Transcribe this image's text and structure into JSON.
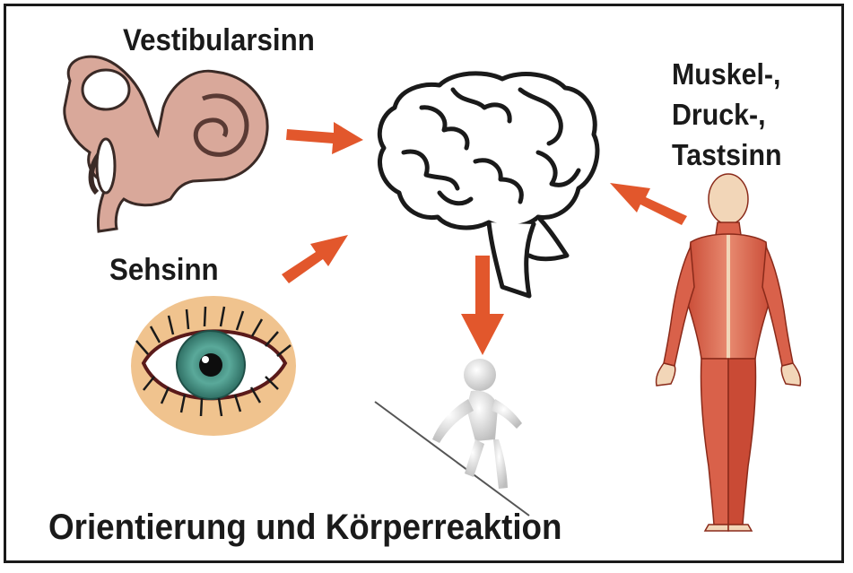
{
  "labels": {
    "vestibular": "Vestibularsinn",
    "sight": "Sehsinn",
    "muscle_line1": "Muskel-,",
    "muscle_line2": "Druck-,",
    "muscle_line3": "Tastsinn",
    "caption": "Orientierung und Körperreaktion"
  },
  "colors": {
    "arrow": "#e2572c",
    "ear": "#d9a89a",
    "eye_skin": "#f0c38e",
    "iris": "#4e9c8c",
    "muscle": "#d9614a",
    "figure": "#e8e8e8",
    "outline": "#1a1a1a"
  },
  "icons": [
    "inner-ear-icon",
    "brain-icon",
    "eye-icon",
    "muscle-body-icon",
    "tightrope-figure-icon"
  ]
}
